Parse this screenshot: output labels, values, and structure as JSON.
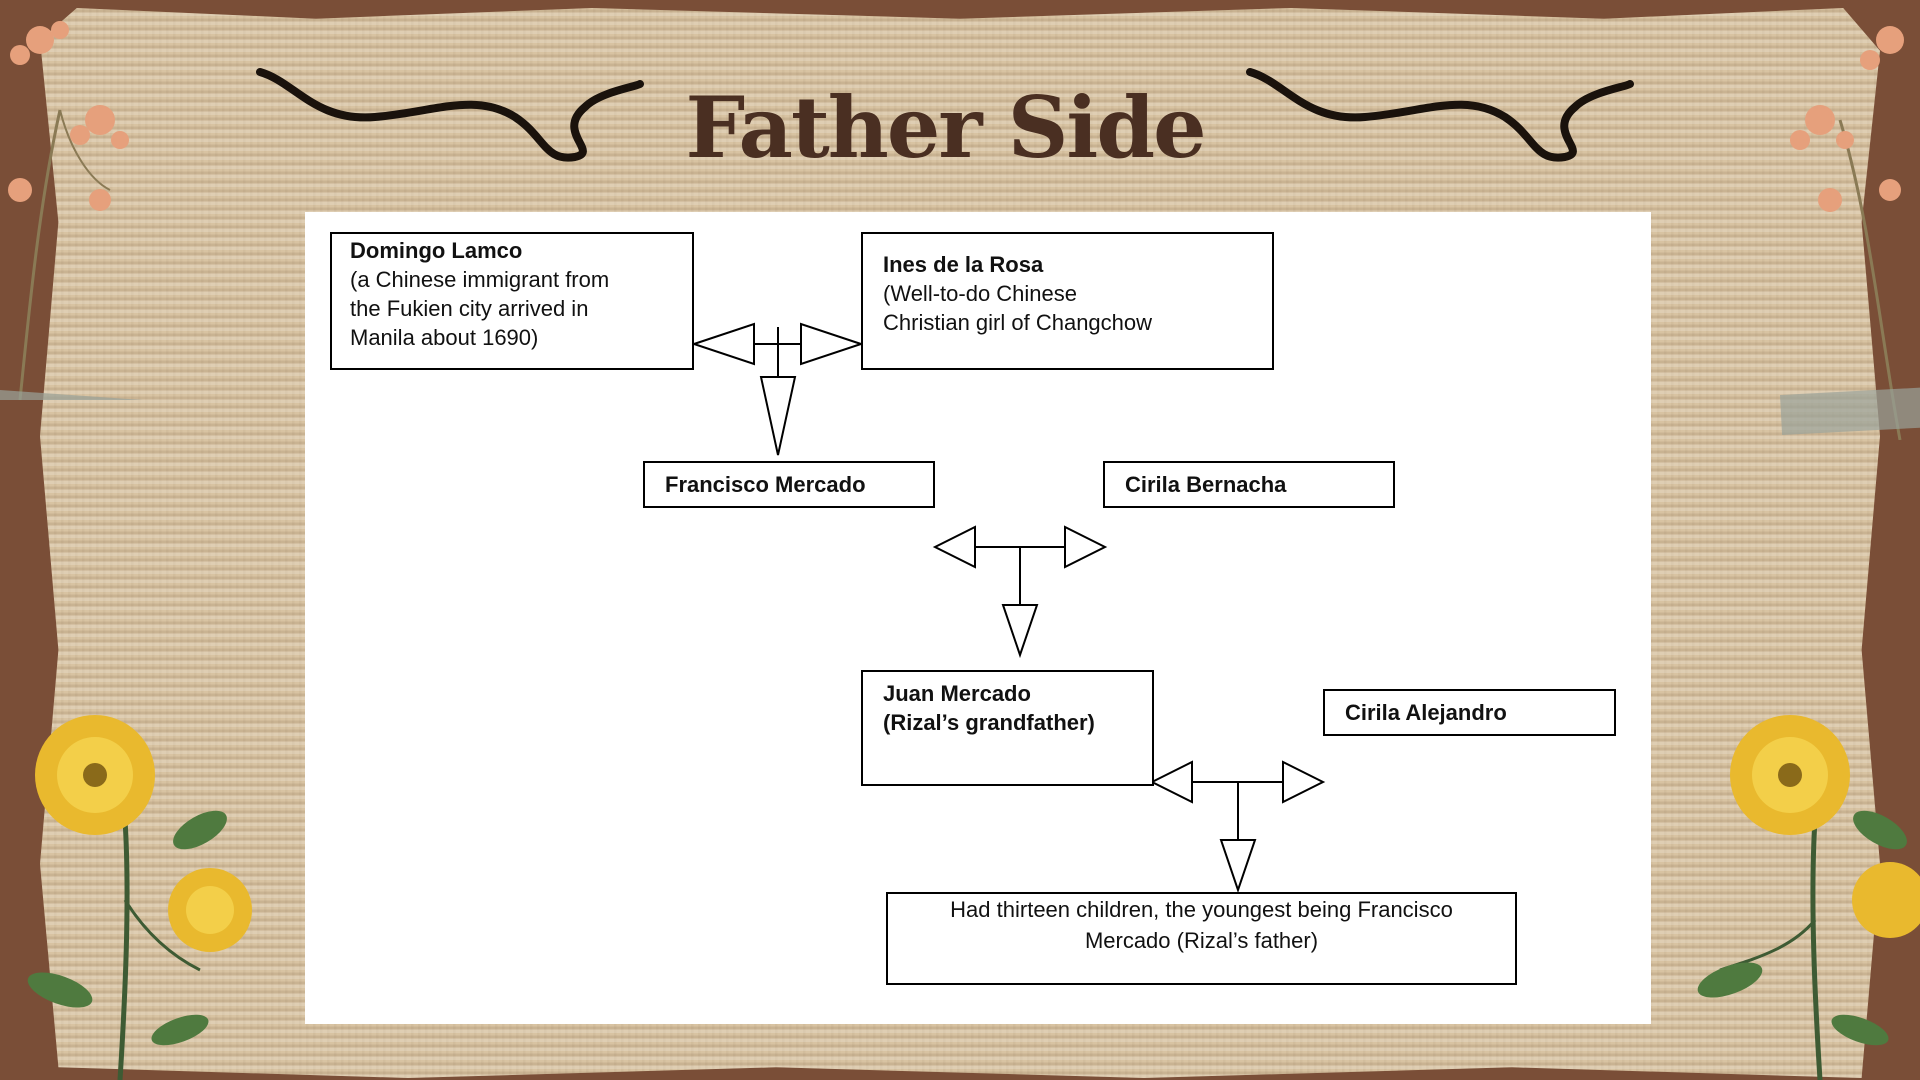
{
  "title": "Father Side",
  "colors": {
    "background": "#7a4e37",
    "paper": "#d8c3a2",
    "title": "#4a2f22",
    "ink": "#000000"
  },
  "persons": {
    "domingo": {
      "name": "Domingo Lamco",
      "desc_1": "(a Chinese immigrant from",
      "desc_2": "the Fukien city arrived in",
      "desc_3": "Manila about 1690)"
    },
    "ines": {
      "name": "Ines de la Rosa",
      "desc_1": "(Well-to-do Chinese",
      "desc_2": "Christian girl of Changchow"
    },
    "francisco": {
      "name": "Francisco Mercado"
    },
    "cirila_b": {
      "name": "Cirila Bernacha"
    },
    "juan": {
      "name": "Juan Mercado",
      "desc_1": "(Rizal’s grandfather)"
    },
    "cirila_a": {
      "name": "Cirila Alejandro"
    },
    "children": {
      "line_1": "Had thirteen children, the youngest being Francisco",
      "line_2": "Mercado (Rizal’s father)"
    }
  },
  "decorations": [
    "swirl-ornament",
    "flower-sprig",
    "yellow-rose",
    "tape-strip"
  ]
}
